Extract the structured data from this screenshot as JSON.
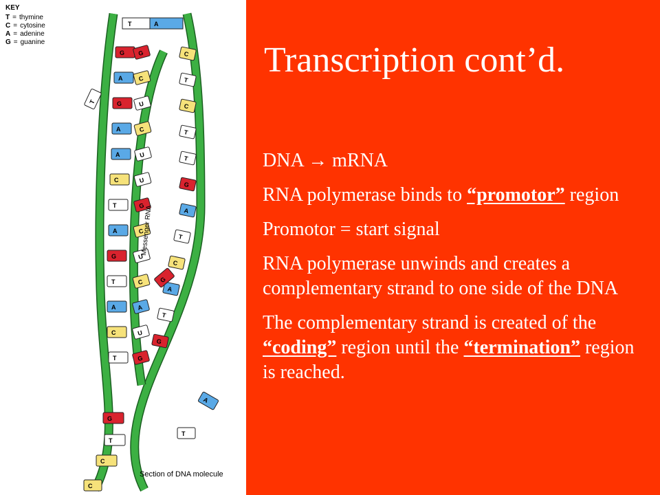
{
  "slide": {
    "title": "Transcription cont’d.",
    "bullets": [
      {
        "parts": [
          {
            "text": "DNA  →  mRNA",
            "style": "plain"
          }
        ]
      },
      {
        "parts": [
          {
            "text": "RNA polymerase binds to ",
            "style": "plain"
          },
          {
            "text": "“promotor”",
            "style": "term"
          },
          {
            "text": " region",
            "style": "plain"
          }
        ]
      },
      {
        "parts": [
          {
            "text": "Promotor = start signal",
            "style": "plain"
          }
        ]
      },
      {
        "parts": [
          {
            "text": "RNA polymerase unwinds and creates a complementary strand to one side of the DNA",
            "style": "plain"
          }
        ]
      },
      {
        "parts": [
          {
            "text": "The complementary strand is created of the ",
            "style": "plain"
          },
          {
            "text": "“coding”",
            "style": "term"
          },
          {
            "text": " region until the ",
            "style": "plain"
          },
          {
            "text": "“termination”",
            "style": "term"
          },
          {
            "text": " region is reached.",
            "style": "plain"
          }
        ]
      }
    ]
  },
  "figure": {
    "key_title": "KEY",
    "key_entries": [
      {
        "letter": "T",
        "name": "thymine"
      },
      {
        "letter": "C",
        "name": "cytosine"
      },
      {
        "letter": "A",
        "name": "adenine"
      },
      {
        "letter": "G",
        "name": "guanine"
      }
    ],
    "mrna_label": "Messenger RNA",
    "caption": "Section of DNA molecule",
    "base_colors": {
      "T": "#ffffff",
      "C": "#f6e27a",
      "A": "#5aa9e6",
      "G": "#d9232e"
    },
    "backbone_color": "#3cb043",
    "dna_pairs": [
      {
        "left": "T",
        "right": "A"
      },
      {
        "left": "G",
        "right": "C"
      },
      {
        "left": "A",
        "right": "T"
      },
      {
        "left": "G",
        "right": "C"
      },
      {
        "left": "A",
        "right": "T"
      },
      {
        "left": "A",
        "right": "T"
      },
      {
        "left": "C",
        "right": "G"
      },
      {
        "left": "T",
        "right": "A"
      },
      {
        "left": "A",
        "right": "T"
      },
      {
        "left": "G",
        "right": "C"
      },
      {
        "left": "T",
        "right": "A"
      },
      {
        "left": "A",
        "right": "T"
      },
      {
        "left": "C",
        "right": "G"
      },
      {
        "left": "T",
        "right": "A"
      }
    ],
    "mrna_bases": [
      "G",
      "C",
      "U",
      "C",
      "U",
      "U",
      "G",
      "C",
      "U",
      "C",
      "A",
      "U",
      "G"
    ],
    "free_bases": [
      "T",
      "G",
      "A",
      "T",
      "C"
    ]
  }
}
